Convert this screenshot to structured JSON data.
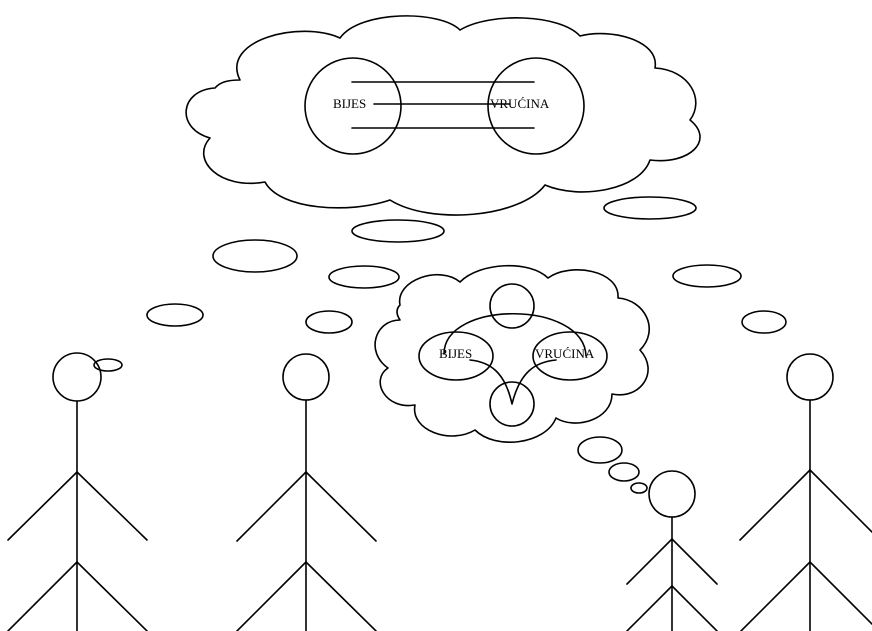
{
  "big_thought": {
    "left_label": "BIJES",
    "right_label": "VRUĆINA"
  },
  "small_thought": {
    "left_label": "BIJES",
    "right_label": "VRUĆINA"
  },
  "figures_count": 4,
  "colors": {
    "ink": "#000000",
    "background": "#ffffff"
  }
}
